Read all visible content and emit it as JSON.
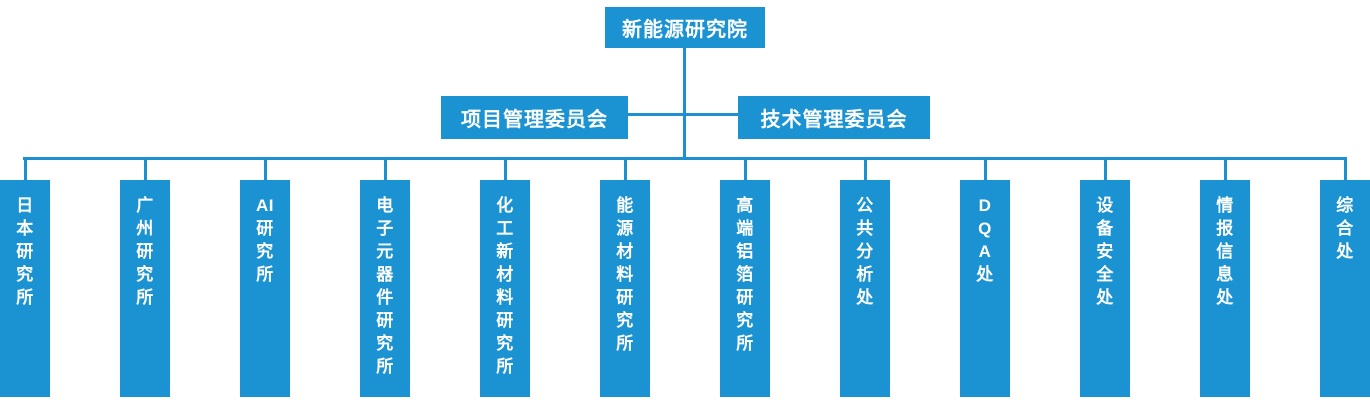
{
  "chart": {
    "title_node": {
      "label": "新能源研究院"
    },
    "committees": [
      {
        "label": "项目管理委员会"
      },
      {
        "label": "技术管理委员会"
      }
    ],
    "units": [
      {
        "label": "日本研究所",
        "lines": [
          "日",
          "本",
          "研",
          "究",
          "所"
        ]
      },
      {
        "label": "广州研究所",
        "lines": [
          "广",
          "州",
          "研",
          "究",
          "所"
        ]
      },
      {
        "label": "AI研究所",
        "lines": [
          "AI",
          "研",
          "究",
          "所"
        ]
      },
      {
        "label": "电子元器件研究所",
        "lines": [
          "电",
          "子",
          "元",
          "器",
          "件",
          "研",
          "究",
          "所"
        ]
      },
      {
        "label": "化工新材料研究所",
        "lines": [
          "化",
          "工",
          "新",
          "材",
          "料",
          "研",
          "究",
          "所"
        ]
      },
      {
        "label": "能源材料研究所",
        "lines": [
          "能",
          "源",
          "材",
          "料",
          "研",
          "究",
          "所"
        ]
      },
      {
        "label": "高端铝箔研究所",
        "lines": [
          "高",
          "端",
          "铝",
          "箔",
          "研",
          "究",
          "所"
        ]
      },
      {
        "label": "公共分析处",
        "lines": [
          "公",
          "共",
          "分",
          "析",
          "处"
        ]
      },
      {
        "label": "DQA处",
        "lines": [
          "D",
          "Q",
          "A",
          "处"
        ]
      },
      {
        "label": "设备安全处",
        "lines": [
          "设",
          "备",
          "安",
          "全",
          "处"
        ]
      },
      {
        "label": "情报信息处",
        "lines": [
          "情",
          "报",
          "信",
          "息",
          "处"
        ]
      },
      {
        "label": "综合处",
        "lines": [
          "综",
          "合",
          "处"
        ]
      }
    ],
    "colors": {
      "node_fill": "#1b92d2",
      "line": "#1e8fd0",
      "text": "#ffffff",
      "background": "#ffffff"
    }
  }
}
